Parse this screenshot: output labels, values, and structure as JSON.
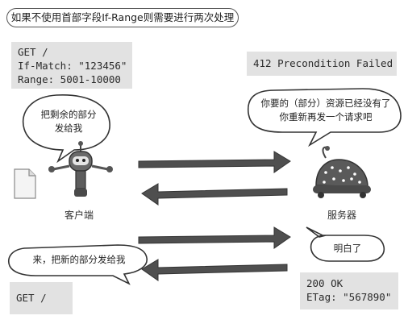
{
  "title": "如果不使用首部字段If-Range则需要进行两次处理",
  "request1": {
    "lines": [
      "GET /",
      "If-Match: \"123456\"",
      "Range: 5001-10000"
    ]
  },
  "response1": {
    "status": "412 Precondition Failed"
  },
  "client": {
    "label": "客户端",
    "speech1": [
      "把剩余的部分",
      "发给我"
    ],
    "speech2": "来，把新的部分发给我"
  },
  "server": {
    "label": "服务器",
    "speech1": [
      "你要的（部分）资源已经没有了",
      "你重新再发一个请求吧"
    ],
    "speech2": "明白了"
  },
  "request2": {
    "line": "GET /"
  },
  "response2": {
    "lines": [
      "200 OK",
      "ETag: \"567890\""
    ]
  },
  "colors": {
    "arrow": "#4f4f4f",
    "box": "#e2e2e2",
    "robot": "#5d5d5d"
  },
  "icons": [
    "document-icon",
    "client-robot-icon",
    "server-robot-icon"
  ]
}
